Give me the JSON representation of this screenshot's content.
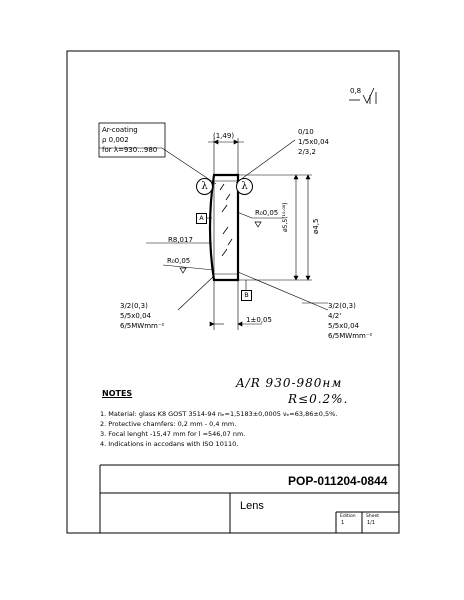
{
  "surface_symbol": {
    "value": "0,8"
  },
  "coating_box": {
    "line1": "Ar-coating",
    "line2": "ρ  0,002",
    "line3": "for λ=930...980"
  },
  "top_dim": "(1,49)",
  "tolerance_top": {
    "l1": "0/10",
    "l2": "1/5x0,04",
    "l3": "2/3,2"
  },
  "lambda_symbol": "λ",
  "datum_a": "A",
  "datum_b": "B",
  "radius_tol_right": "R₀0,05",
  "radius_tol_left": "R₀0,05",
  "radius": "R8,017",
  "diameter_inner": "ø5,5(¹⁰·⁰⁸)",
  "diameter_outer": "ø4,5",
  "left_spec": {
    "l1": "3/2(0,3)",
    "l2": "5/5x0,04",
    "l3": "6/5MWmm⁻²"
  },
  "center_thickness": "1±0,05",
  "right_spec": {
    "l1": "3/2(0,3)",
    "l2": "4/2'",
    "l3": "5/5x0,04",
    "l4": "6/5MWmm⁻²"
  },
  "handwritten": {
    "line1": "A/R  930-980нм",
    "line2": "R≤0.2%."
  },
  "notes": {
    "title": "NOTES",
    "items": [
      "1. Material: glass K8 GOST 3514-94 nₑ=1,5183±0,0005 νₑ=63,86±0,5%.",
      "2. Protective chamfers: 0,2 mm - 0,4 mm.",
      "3. Focal lenght -15,47 mm for l =546,07 nm.",
      "4. Indications in accodans with ISO 10110."
    ]
  },
  "title_block": {
    "doc_number": "POP-011204-0844",
    "part_name": "Lens",
    "edition_label": "Edition",
    "edition_value": "1",
    "sheet_label": "Sheet",
    "sheet_value": "1/1"
  }
}
